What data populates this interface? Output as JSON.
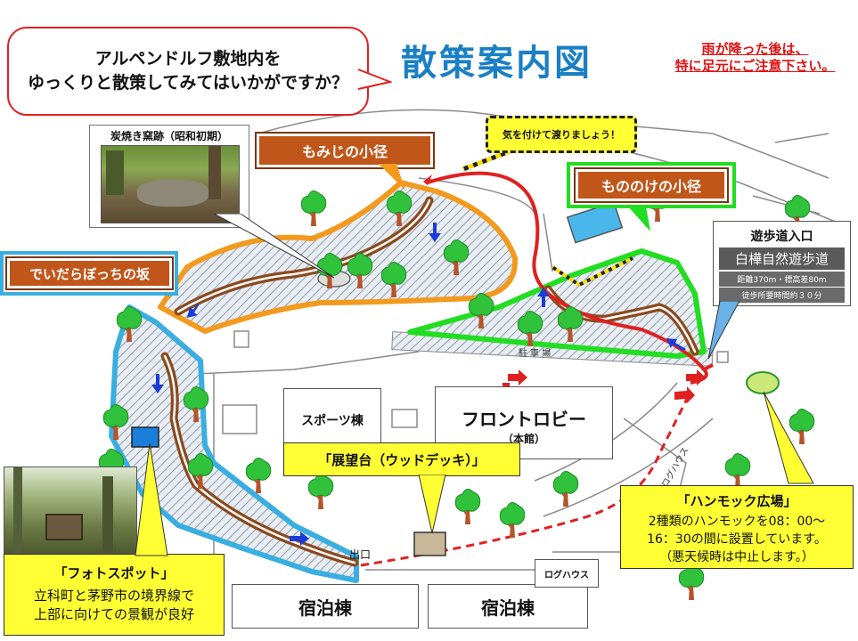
{
  "title": "散策案内図",
  "intro": {
    "line1": "アルペンドルフ敷地内を",
    "line2": "ゆっくりと散策してみてはいかがですか？"
  },
  "caution": {
    "line1": "雨が降った後は、",
    "line2": "特に足元にご注意下さい。"
  },
  "trails": {
    "momiji": "もみじの小径",
    "mononoke": "もののけの小径",
    "deidara": "でいだらぼっちの坂"
  },
  "careful_crossing": "気を付けて渡りましょう！",
  "kiln": {
    "caption": "炭焼き窯跡（昭和初期）"
  },
  "trail_entrance": {
    "title": "遊歩道入口",
    "sign": "白樺自然遊歩道",
    "distance": "距離370m・標高差80m",
    "time": "徒歩所要時間約３０分"
  },
  "buildings": {
    "sports": "スポーツ棟",
    "front_lobby": "フロントロビー",
    "main_building": "（本館）",
    "lodging_left": "宿泊棟",
    "lodging_right": "宿泊棟",
    "log_house": "ログハウス",
    "log_house_rotated": "ログハウス",
    "parking": "駐 車 場",
    "exit": "出口"
  },
  "observatory": "「展望台（ウッドデッキ）」",
  "hammock": {
    "title": "「ハンモック広場」",
    "line1": "2種類のハンモックを08：00～",
    "line2": "16：30の間に設置しています。",
    "line3": "（悪天候時は中止します。）"
  },
  "photo_spot": {
    "title": "「フォトスポット」",
    "line1": "立科町と茅野市の境界線で",
    "line2": "上部に向けての景観が良好"
  },
  "colors": {
    "title_blue": "#1a7fc4",
    "caution_red": "#e01010",
    "trail_label_brown": "#c0561a",
    "momiji_outline": "#f39a1e",
    "mononoke_outline": "#22dd22",
    "deidara_outline": "#3aaee0",
    "path_brown": "#8b4a1e",
    "route_red": "#e02020",
    "label_yellow": "#ffff33"
  }
}
